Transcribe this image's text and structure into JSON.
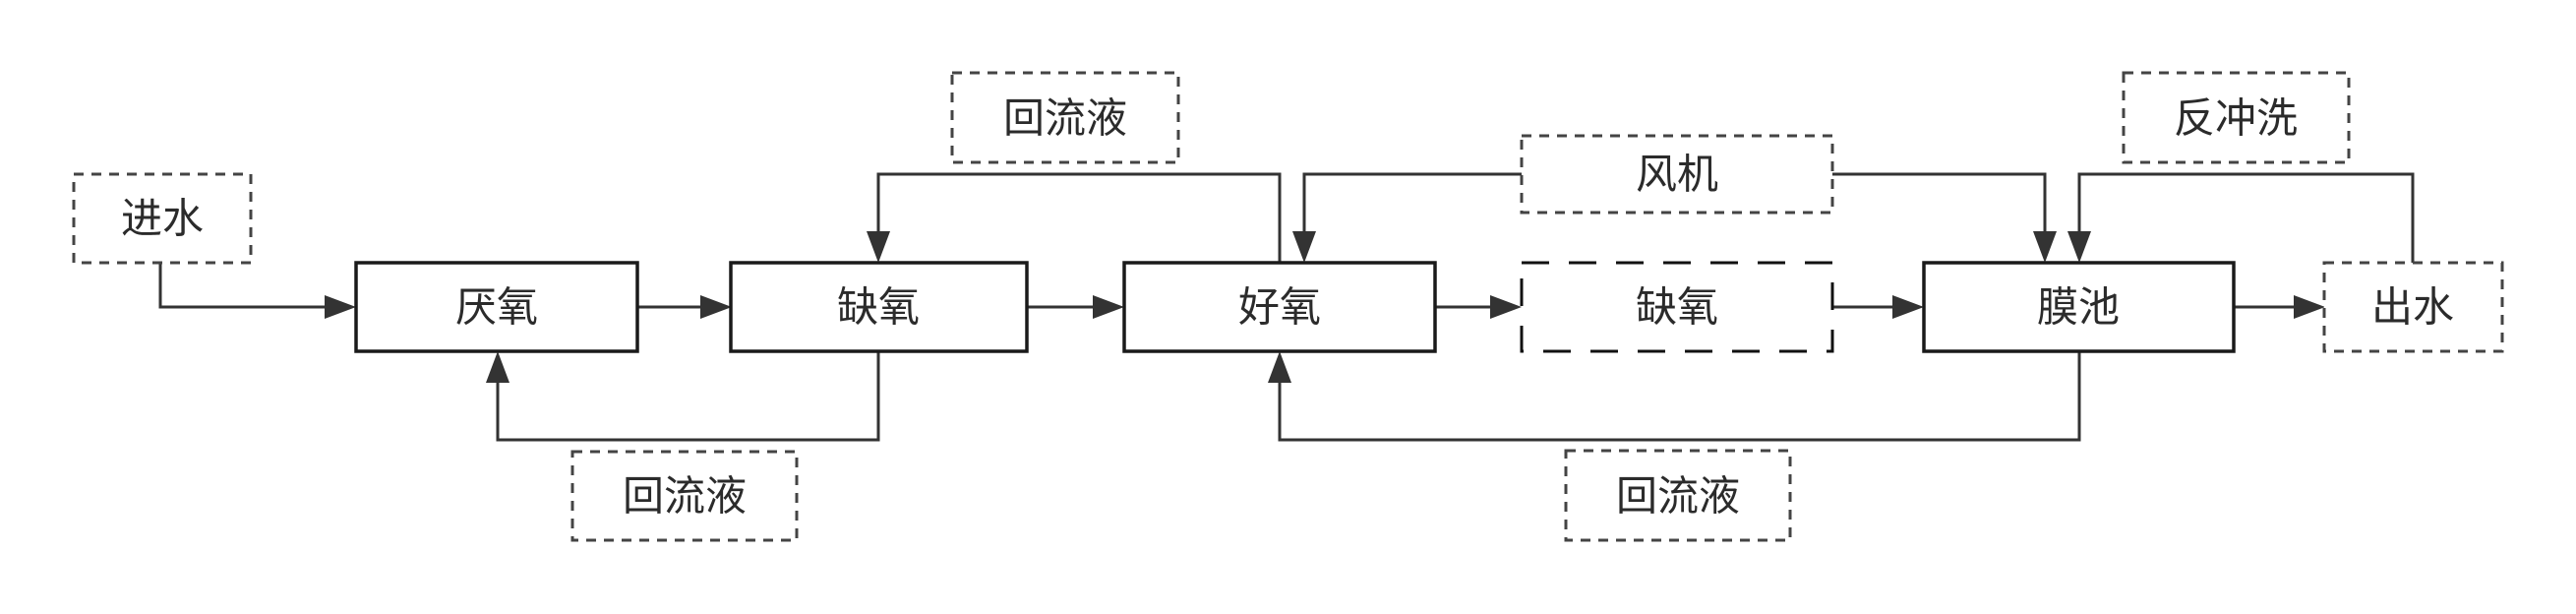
{
  "diagram": {
    "type": "process-flow",
    "nodes": {
      "inflow": {
        "label": "进水",
        "style": "dashed-input"
      },
      "anaerobic": {
        "label": "厌氧",
        "style": "solid"
      },
      "anoxic1": {
        "label": "缺氧",
        "style": "solid"
      },
      "aerobic": {
        "label": "好氧",
        "style": "solid"
      },
      "anoxic2": {
        "label": "缺氧",
        "style": "dashed-optional"
      },
      "membrane": {
        "label": "膜池",
        "style": "solid"
      },
      "outflow": {
        "label": "出水",
        "style": "dashed-input"
      },
      "return_top": {
        "label": "回流液",
        "style": "dashed-input"
      },
      "blower": {
        "label": "风机",
        "style": "dashed-input"
      },
      "backwash": {
        "label": "反冲洗",
        "style": "dashed-input"
      },
      "return_bottom_left": {
        "label": "回流液",
        "style": "dashed-input"
      },
      "return_bottom_right": {
        "label": "回流液",
        "style": "dashed-input"
      }
    },
    "edges": [
      {
        "from": "inflow",
        "to": "anaerobic",
        "label": ""
      },
      {
        "from": "anaerobic",
        "to": "anoxic1",
        "label": ""
      },
      {
        "from": "anoxic1",
        "to": "aerobic",
        "label": ""
      },
      {
        "from": "aerobic",
        "to": "anoxic2",
        "label": ""
      },
      {
        "from": "anoxic2",
        "to": "membrane",
        "label": ""
      },
      {
        "from": "membrane",
        "to": "outflow",
        "label": ""
      },
      {
        "from": "aerobic",
        "to": "anoxic1",
        "label": "回流液"
      },
      {
        "from": "blower",
        "to": "aerobic",
        "label": ""
      },
      {
        "from": "blower",
        "to": "membrane",
        "label": ""
      },
      {
        "from": "outflow",
        "to": "membrane",
        "label": "反冲洗"
      },
      {
        "from": "anoxic1",
        "to": "anaerobic",
        "label": "回流液"
      },
      {
        "from": "membrane",
        "to": "aerobic",
        "label": "回流液"
      }
    ],
    "colors": {
      "line": "#333333",
      "box_border": "#1a1a1a",
      "dashed_border": "#444444",
      "text": "#2b2b2b",
      "background": "#ffffff"
    }
  }
}
